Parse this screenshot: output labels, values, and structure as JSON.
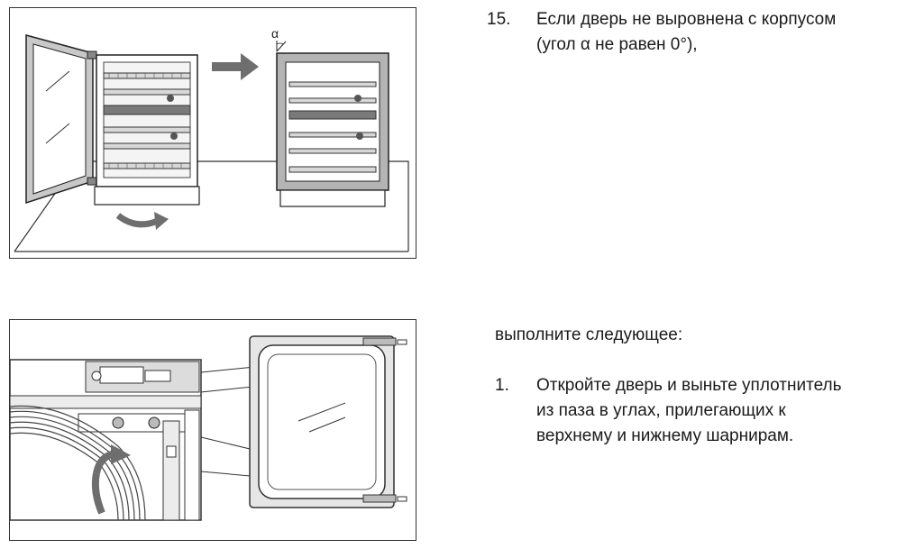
{
  "figures": {
    "door_alignment": {
      "angle_symbol": "α",
      "arrow_color": "#6e6e6e",
      "icons": [
        "fridge-open-door",
        "right-arrow",
        "fridge-closed-door",
        "curved-rotate-arrow"
      ]
    },
    "seal_removal": {
      "icons": [
        "hinge-detail-magnified",
        "fridge-door-seal",
        "rotate-arrow"
      ]
    }
  },
  "steps": {
    "step15": {
      "number": "15.",
      "lines": [
        "Если дверь не выровнена с корпусом",
        "(угол α не равен 0°),"
      ]
    },
    "intro": {
      "text": "выполните следующее:"
    },
    "step1": {
      "number": "1.",
      "lines": [
        "Откройте дверь и выньте уплотнитель",
        "из паза в углах, прилегающих к",
        "верхнему и нижнему шарнирам."
      ]
    }
  }
}
